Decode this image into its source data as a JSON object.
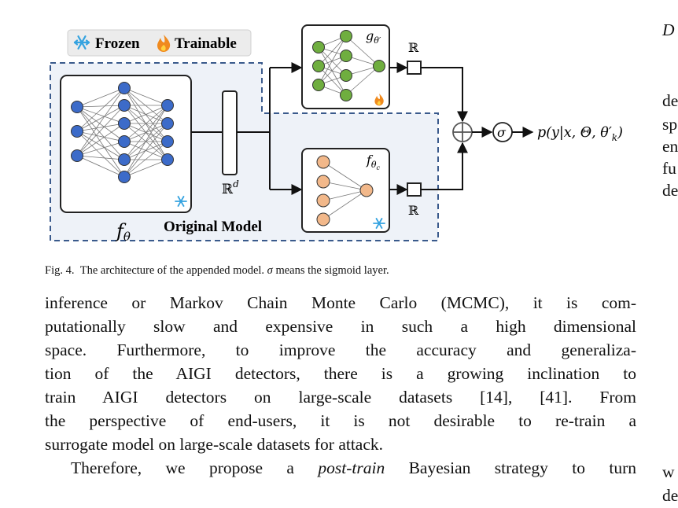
{
  "figure": {
    "legend": {
      "frozen_icon": "snowflake-icon",
      "frozen_label": "Frozen",
      "trainable_icon": "flame-icon",
      "trainable_label": "Trainable"
    },
    "colors": {
      "blue_node": "#3c6bc9",
      "green_node": "#6fae3f",
      "orange_node": "#f2b88a",
      "dashed_border": "#3a5a8c",
      "original_bg": "#eef2f8",
      "snowflake": "#35a3e0",
      "flame": "#f08a1e"
    },
    "backbone_label": "f",
    "backbone_sub": "θ",
    "feature_label": "ℝ",
    "feature_sup": "d",
    "g_label": "g",
    "g_sub": "θ′",
    "fc_label": "f",
    "fc_sub": "θ",
    "fc_subsub": "c",
    "scalar_top": "ℝ",
    "scalar_bottom": "ℝ",
    "sigma": "σ",
    "output_label": "p(y|x, Θ, θ′",
    "output_sub": "k",
    "output_close": ")",
    "original_model_label": "Original Model"
  },
  "caption": {
    "prefix": "Fig. 4.",
    "text": "The architecture of the appended model.",
    "sigma": "σ",
    "rest": "means the sigmoid layer."
  },
  "body": {
    "lines": [
      "inference or Markov Chain Monte Carlo (MCMC), it is com-",
      "putationally slow and expensive in such a high dimensional",
      "space. Furthermore, to improve the accuracy and generaliza-",
      "tion of the AIGI detectors, there is a growing inclination to",
      "train AIGI detectors on large-scale datasets [14], [41]. From",
      "the perspective of end-users, it is not desirable to re-train a",
      "surrogate model on large-scale datasets for attack."
    ],
    "last_start": "Therefore, we propose a ",
    "last_emph": "post-train",
    "last_end": " Bayesian strategy to turn"
  },
  "right_column": {
    "fragments": [
      "D",
      "de",
      "sp",
      "en",
      "fu",
      "de",
      "w",
      "de"
    ]
  }
}
